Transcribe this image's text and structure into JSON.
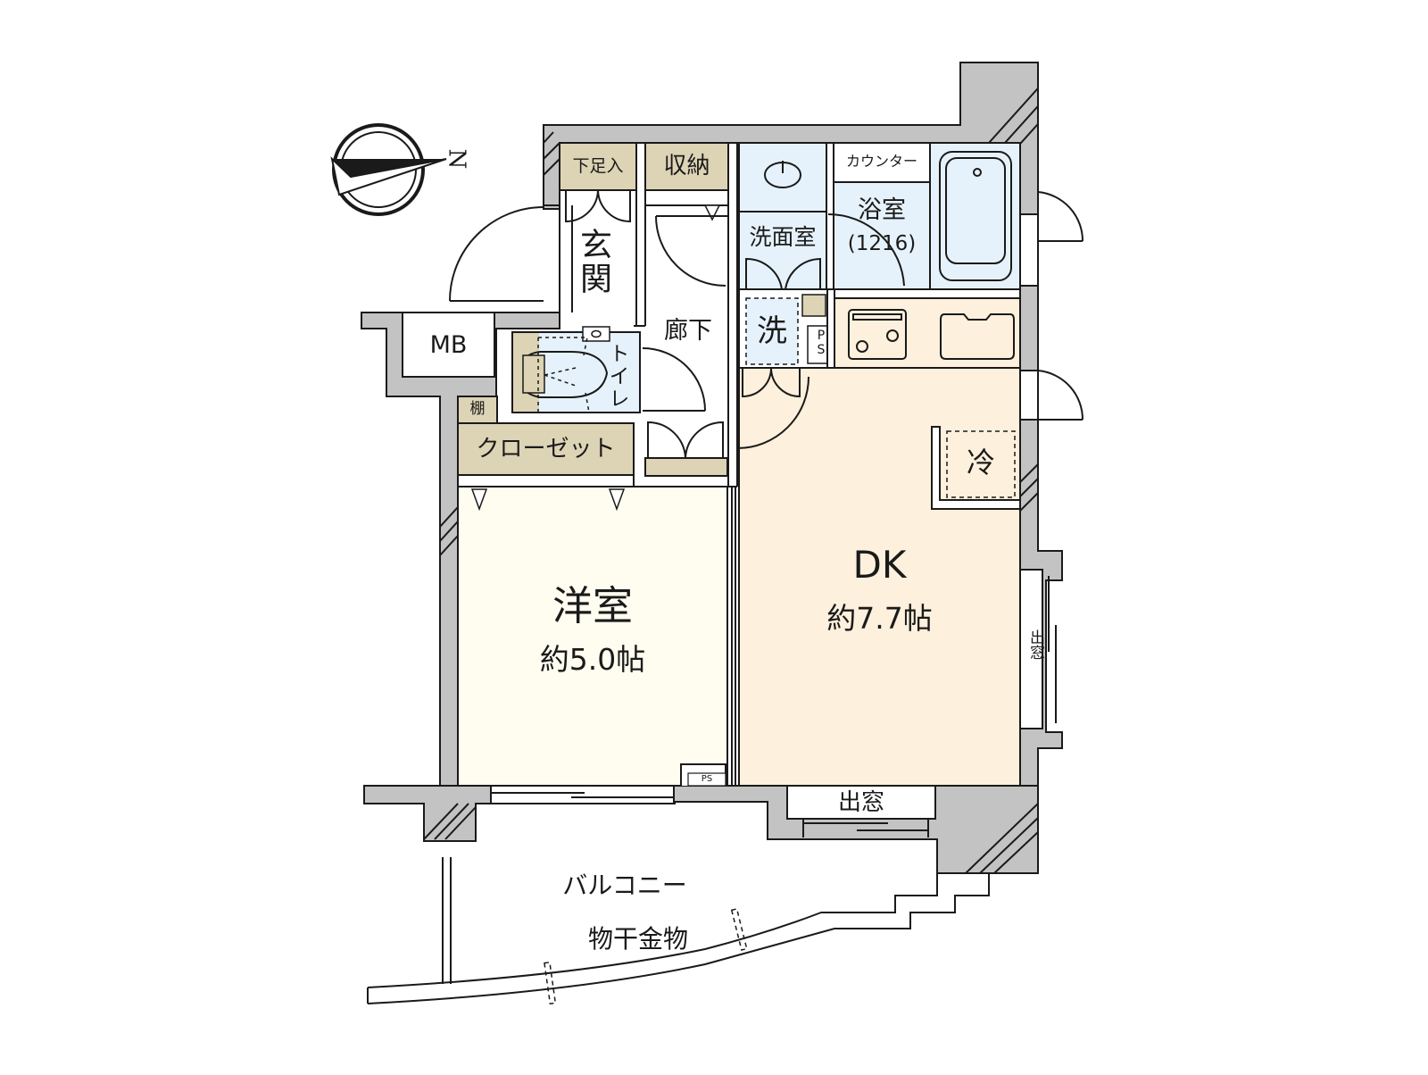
{
  "compass": {
    "label": "N"
  },
  "colors": {
    "wall": "#c3c3c3",
    "wall_stroke": "#1a1a1a",
    "storage": "#ddd3b5",
    "wet_area": "#e6f2fb",
    "western_room": "#fffdf0",
    "dining_kitchen": "#fdf0dc",
    "floor_white": "#ffffff"
  },
  "rooms": {
    "shoe_storage": {
      "label": "下足入"
    },
    "storage": {
      "label": "収納"
    },
    "entrance": {
      "label": "玄関"
    },
    "washroom": {
      "label": "洗面室"
    },
    "counter": {
      "label": "カウンター"
    },
    "bathroom": {
      "label": "浴室",
      "size": "(1216)"
    },
    "hallway": {
      "label": "廊下"
    },
    "washer": {
      "label": "洗"
    },
    "ps_upper": {
      "label": "PS"
    },
    "meter_box": {
      "label": "MB"
    },
    "toilet": {
      "label": "トイレ"
    },
    "shelf": {
      "label": "棚"
    },
    "closet": {
      "label": "クローゼット"
    },
    "western_room": {
      "label": "洋室",
      "area": "約5.0帖"
    },
    "dining_kitchen": {
      "label": "DK",
      "area": "約7.7帖"
    },
    "refrigerator": {
      "label": "冷"
    },
    "bay_window_side": {
      "label": "出窓"
    },
    "bay_window_bottom": {
      "label": "出窓"
    },
    "ps_lower": {
      "label": "PS"
    },
    "balcony": {
      "label": "バルコニー"
    },
    "laundry_hanger": {
      "label": "物干金物"
    }
  }
}
